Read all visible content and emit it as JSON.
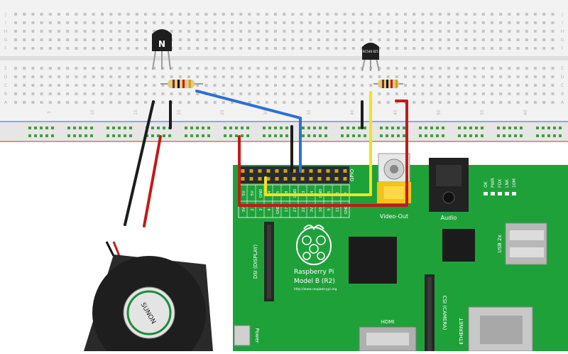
{
  "breadboard": {
    "column_numbers": [
      "5",
      "10",
      "15",
      "20",
      "25",
      "30",
      "35",
      "40",
      "45",
      "50",
      "55",
      "60"
    ],
    "row_letters_top": [
      "J",
      "I",
      "H",
      "G",
      "F"
    ],
    "row_letters_bottom": [
      "E",
      "D",
      "C",
      "B",
      "A"
    ]
  },
  "transistor_left": {
    "label": "N"
  },
  "transistor_right": {
    "label": "BC548 8Z5"
  },
  "board": {
    "name_line1": "Raspberry Pi",
    "name_line2": "Model B (R2)",
    "url": "http://www.raspberrypi.org",
    "gpio_label": "GPIO",
    "video_out_label": "Video-Out",
    "audio_label": "Audio",
    "usb_label": "USB 2x",
    "ethernet_label": "ETHERNET",
    "hdmi_label": "HDMI",
    "dsi_label": "DSI (DISPLAY)",
    "csi_label": "CSI (CAMERA)",
    "power_label": "Power",
    "leds": [
      "OK",
      "PWR",
      "FDX",
      "LNK",
      "10M"
    ],
    "pin_labels_top": [
      "5V",
      "5V",
      "GND",
      "14",
      "15",
      "18",
      "GND",
      "23",
      "24",
      "GND",
      "25",
      "8",
      "7"
    ],
    "pin_labels_bottom": [
      "3V",
      "2",
      "3",
      "4",
      "GND",
      "17",
      "27",
      "22",
      "3V",
      "10",
      "9",
      "11",
      "GND"
    ]
  },
  "fan": {
    "brand": "SUNON"
  },
  "colors": {
    "board_green": "#1fa13a",
    "wire_black": "#1c1c1c",
    "wire_red": "#c21a1a",
    "wire_blue": "#2f6fcf",
    "wire_yellow": "#f2e21e",
    "breadboard": "#f0f0f0"
  }
}
